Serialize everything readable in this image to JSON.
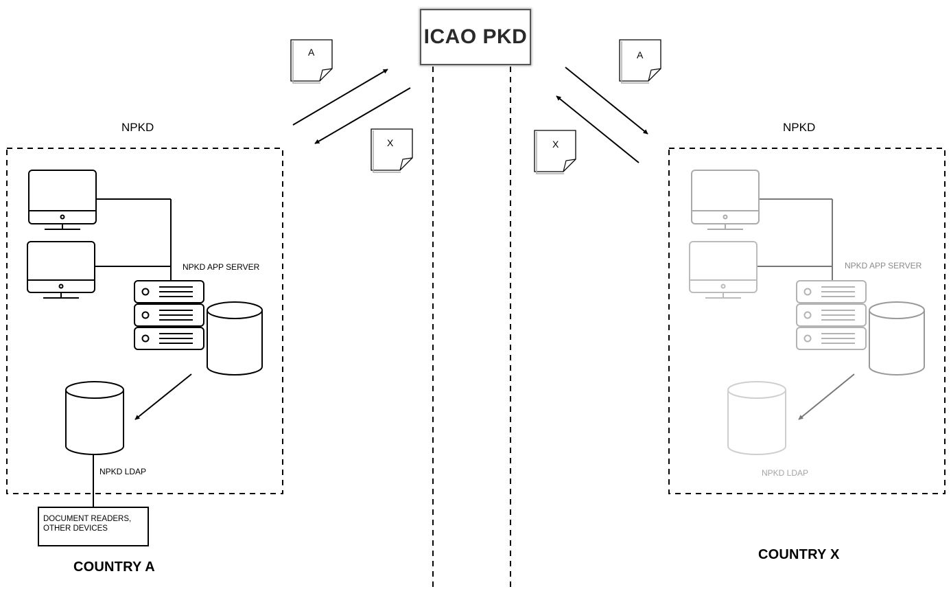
{
  "central": {
    "title": "ICAO PKD"
  },
  "left": {
    "npkd_title": "NPKD",
    "server_label": "NPKD APP SERVER",
    "ldap_label": "NPKD LDAP",
    "devices_line1": "DOCUMENT READERS,",
    "devices_line2": "OTHER DEVICES",
    "country": "COUNTRY A",
    "doc_up": "A",
    "doc_down": "X"
  },
  "right": {
    "npkd_title": "NPKD",
    "server_label": "NPKD APP SERVER",
    "ldap_label": "NPKD LDAP",
    "country": "COUNTRY X",
    "doc_down": "A",
    "doc_up": "X"
  },
  "colors": {
    "line": "#000000",
    "faded_icon": "#b3b3b3",
    "faded_arrow": "#777777",
    "pkd_text": "#2a2a2a"
  },
  "icons": {
    "document": "page-with-folded-corner-icon",
    "workstation": "monitor-icon",
    "server": "server-rack-icon",
    "database": "database-cylinder-icon"
  }
}
